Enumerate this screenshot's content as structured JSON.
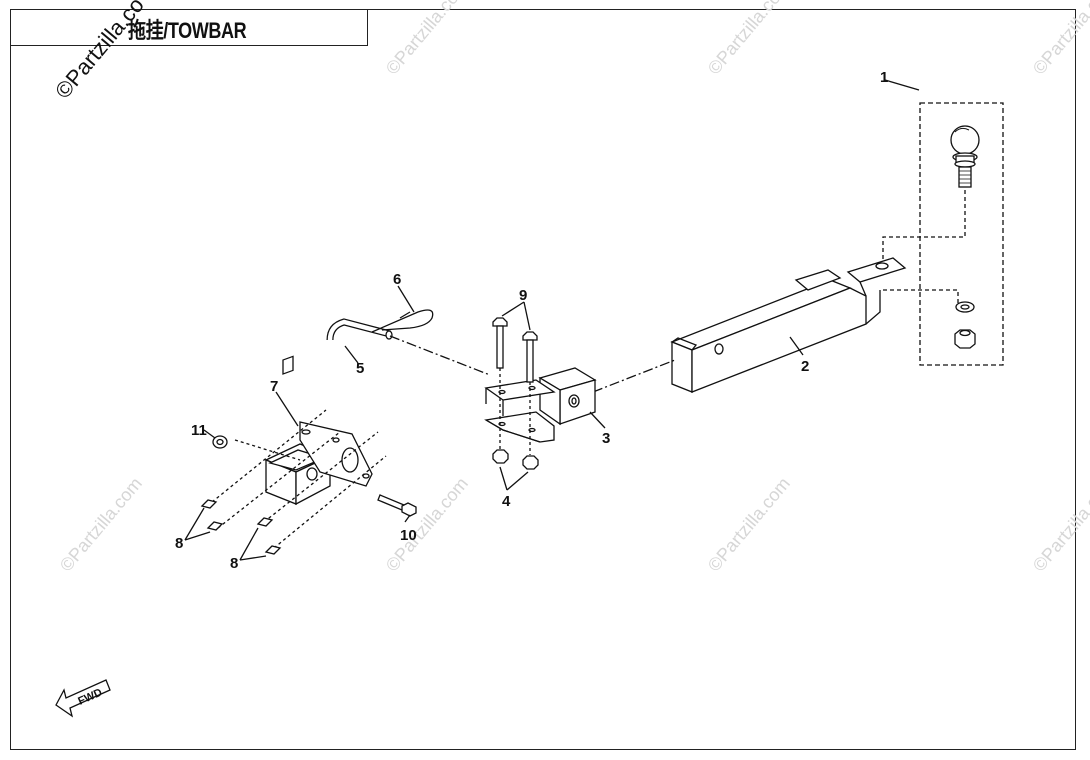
{
  "title": "拖挂/TOWBAR",
  "watermark": "©Partzilla.com",
  "watermark_corner": "©Partzilla.co",
  "forward_label": "FWD",
  "callouts": {
    "c1": "1",
    "c2": "2",
    "c3": "3",
    "c4": "4",
    "c5": "5",
    "c6": "6",
    "c7": "7",
    "c8a": "8",
    "c8b": "8",
    "c9": "9",
    "c10": "10",
    "c11": "11"
  },
  "colors": {
    "line": "#111111",
    "watermark": "#d6d6d6"
  }
}
